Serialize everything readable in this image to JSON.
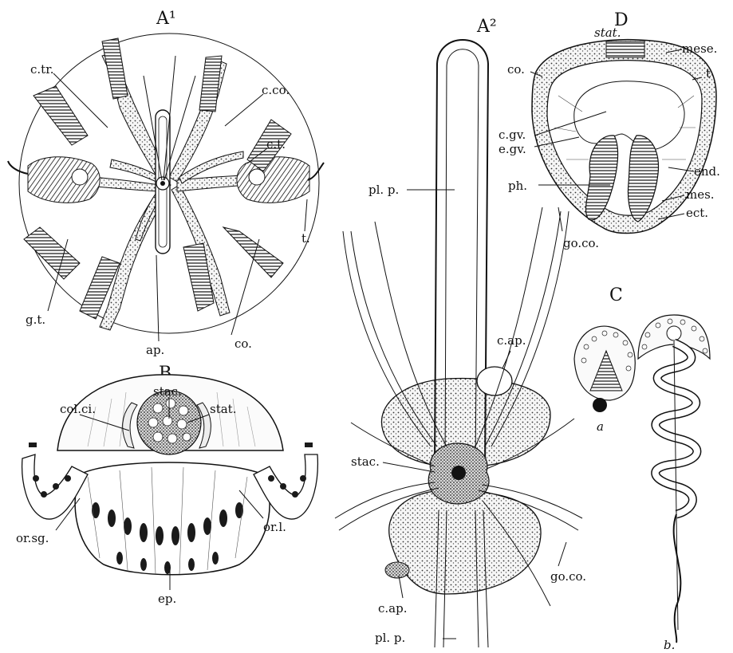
{
  "panels": {
    "a1": {
      "title": "A¹",
      "labels": {
        "c_tr": "c.tr.",
        "c_co": "c.co.",
        "c_t": "c.t.",
        "t": "t.",
        "g_t": "g.t.",
        "ap": "ap.",
        "co": "co."
      }
    },
    "a2": {
      "title": "A²",
      "labels": {
        "pl_p_top": "pl. p.",
        "c_ap_top": "c.ap.",
        "go_co_top": "go.co.",
        "stac": "stac.",
        "c_ap_bottom": "c.ap.",
        "go_co_bottom": "go.co.",
        "pl_p_bottom": "pl. p."
      }
    },
    "b": {
      "title": "B",
      "labels": {
        "stac": "stac.",
        "col_ci": "col.ci.",
        "stat": "stat.",
        "or_sg": "or.sg.",
        "or_l": "or.l.",
        "ep": "ep."
      }
    },
    "c": {
      "title": "C",
      "labels": {
        "a": "a",
        "b": "b."
      }
    },
    "d": {
      "title": "D",
      "labels": {
        "stat": "stat.",
        "mese": "mese.",
        "co": "co.",
        "t": "t",
        "c_gv": "c.gv.",
        "e_gv": "e.gv.",
        "end": "end.",
        "ph": "ph.",
        "mes": "mes.",
        "ect": "ect."
      }
    }
  }
}
